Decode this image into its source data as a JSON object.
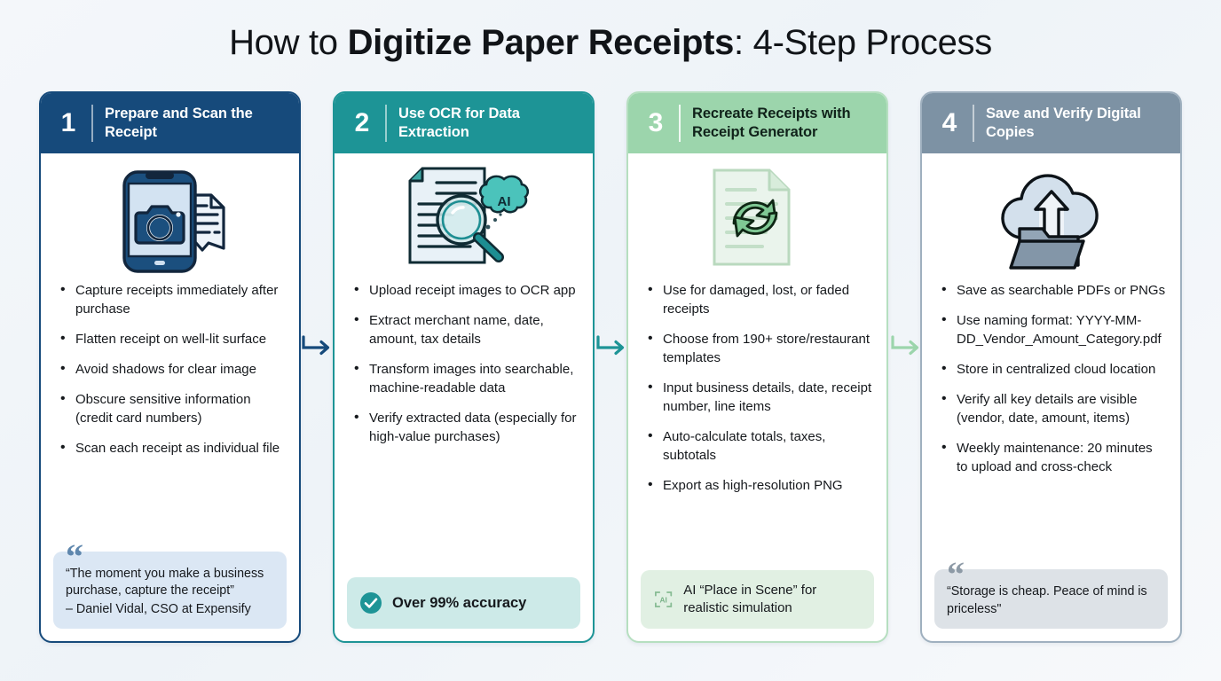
{
  "title": {
    "before": "How to ",
    "bold": "Digitize Paper Receipts",
    "after": ": 4-Step Process"
  },
  "colors": {
    "background": "#f2f6fa",
    "step1": "#164a7b",
    "step2": "#1d9496",
    "step3": "#9cd5ac",
    "step4": "#7d92a4",
    "quote1_bg": "#dbe7f4",
    "quote4_bg": "#dde2e7",
    "badge2_bg": "#cdeae8",
    "badge3_bg": "#e1f0e3"
  },
  "steps": [
    {
      "number": "1",
      "title": "Prepare and Scan the Receipt",
      "icon": "phone-camera-receipt-icon",
      "bullets": [
        "Capture receipts immediately after purchase",
        "Flatten receipt on well-lit surface",
        "Avoid shadows for clear image",
        "Obscure sensitive information (credit card numbers)",
        "Scan each receipt as individual file"
      ],
      "footer": {
        "kind": "quote",
        "mark": "“",
        "text": "“The moment you make a business purchase, capture the receipt”",
        "attribution": "– Daniel Vidal, CSO at Expensify"
      }
    },
    {
      "number": "2",
      "title": "Use OCR for Data Extraction",
      "icon": "document-magnifier-ai-brain-icon",
      "bullets": [
        "Upload receipt images to OCR app",
        "Extract merchant name, date, amount, tax details",
        "Transform images into searchable, machine-readable data",
        "Verify extracted data (especially for high-value purchases)"
      ],
      "footer": {
        "kind": "badge",
        "icon": "check-circle-icon",
        "text": "Over 99% accuracy"
      }
    },
    {
      "number": "3",
      "title": "Recreate Receipts with Receipt Generator",
      "icon": "document-refresh-icon",
      "bullets": [
        "Use for damaged, lost, or faded receipts",
        "Choose from 190+ store/restaurant templates",
        "Input business details, date, receipt number, line items",
        "Auto-calculate totals, taxes, subtotals",
        "Export as high-resolution PNG"
      ],
      "footer": {
        "kind": "badge",
        "icon": "ai-scan-frame-icon",
        "text": "AI “Place in Scene” for realistic simulation"
      }
    },
    {
      "number": "4",
      "title": "Save and Verify Digital Copies",
      "icon": "cloud-upload-folder-icon",
      "bullets": [
        "Save as searchable PDFs or PNGs",
        "Use naming format: YYYY-MM-DD_Vendor_Amount_Category.pdf",
        "Store in centralized cloud location",
        "Verify all key details are visible (vendor, date, amount, items)",
        "Weekly maintenance: 20 minutes to upload and cross-check"
      ],
      "footer": {
        "kind": "quote",
        "mark": "“",
        "text": "“Storage is cheap. Peace of mind is priceless\"",
        "attribution": ""
      }
    }
  ],
  "connectors": [
    {
      "name": "arrow-step1-to-step2",
      "color": "#164a7b"
    },
    {
      "name": "arrow-step2-to-step3",
      "color": "#1d9496"
    },
    {
      "name": "arrow-step3-to-step4",
      "color": "#9cd5ac"
    }
  ]
}
